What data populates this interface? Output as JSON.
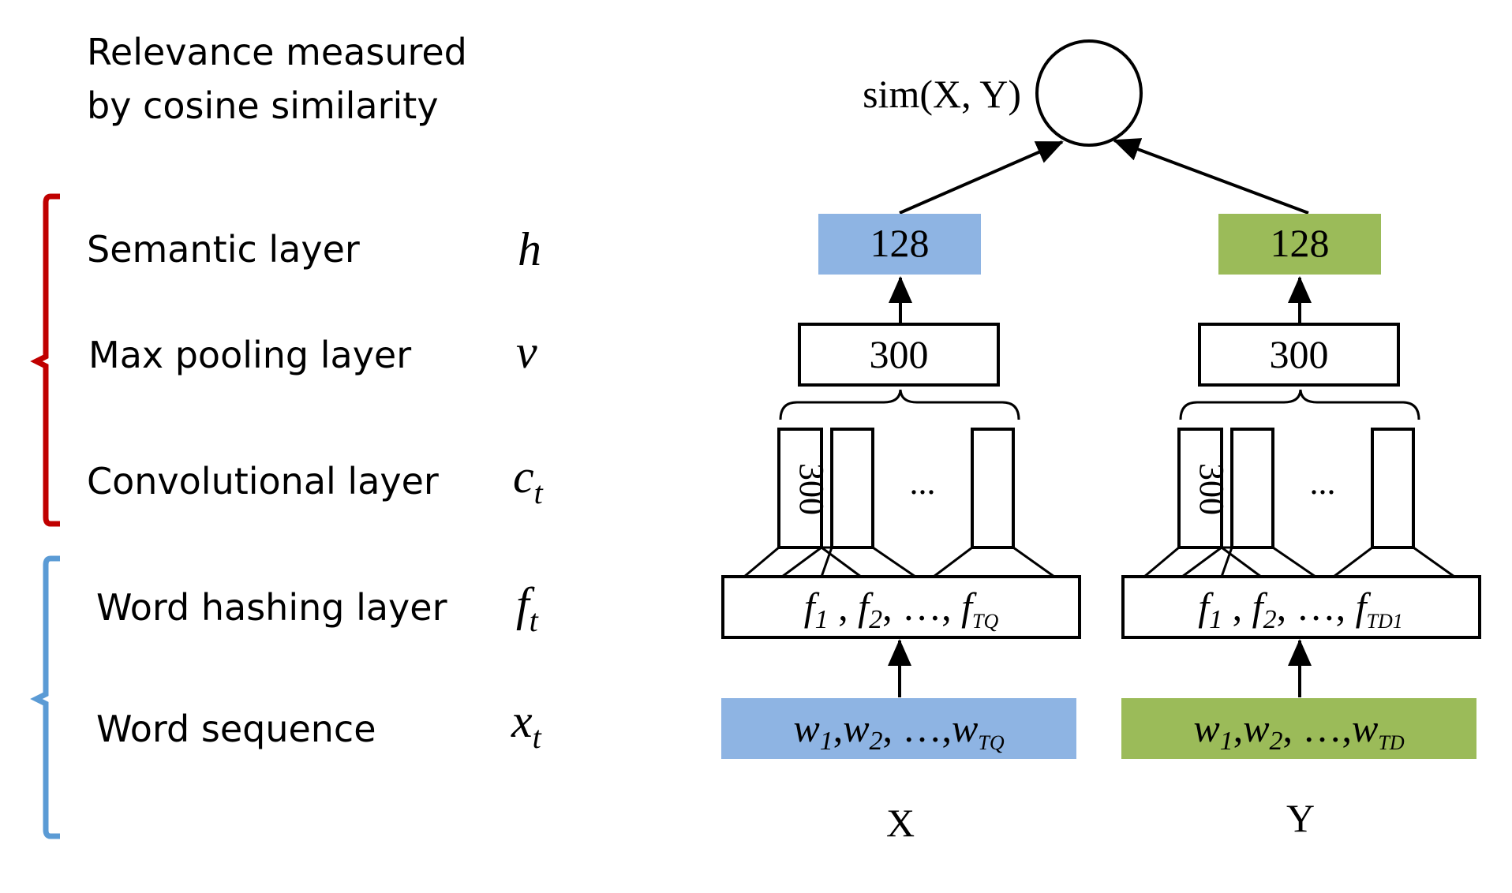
{
  "header": {
    "line1": "Relevance measured",
    "line2": "by cosine similarity"
  },
  "layers": [
    {
      "label": "Semantic layer",
      "symbol": "h",
      "sub": ""
    },
    {
      "label": "Max pooling layer",
      "symbol": "v",
      "sub": ""
    },
    {
      "label": "Convolutional layer",
      "symbol": "c",
      "sub": "t"
    },
    {
      "label": "Word hashing layer",
      "symbol": "f",
      "sub": "t"
    },
    {
      "label": "Word sequence",
      "symbol": "x",
      "sub": "t"
    }
  ],
  "colors": {
    "red_bracket": "#c00000",
    "blue_bracket": "#5b9bd5",
    "x_fill": "#8eb4e3",
    "y_fill": "#9bbb59"
  },
  "sim_label": "sim(X, Y)",
  "towers": [
    {
      "id": "X",
      "label": "X",
      "semantic": "128",
      "pooling": "300",
      "conv_size": "300",
      "ellipsis": "...",
      "hash": {
        "f1": "f",
        "f1_sub": "1",
        "f2": "f",
        "f2_sub": "2",
        "dots": "…,",
        "fT": "f",
        "fT_sub": "TQ"
      },
      "seq": {
        "w1": "w",
        "w1_sub": "1",
        "w2": "w",
        "w2_sub": "2",
        "dots": "…,",
        "wT": "w",
        "wT_sub": "TQ"
      }
    },
    {
      "id": "Y",
      "label": "Y",
      "semantic": "128",
      "pooling": "300",
      "conv_size": "300",
      "ellipsis": "...",
      "hash": {
        "f1": "f",
        "f1_sub": "1",
        "f2": "f",
        "f2_sub": "2",
        "dots": "…,",
        "fT": "f",
        "fT_sub": "TD1"
      },
      "seq": {
        "w1": "w",
        "w1_sub": "1",
        "w2": "w",
        "w2_sub": "2",
        "dots": "…,",
        "wT": "w",
        "wT_sub": "TD"
      }
    }
  ]
}
